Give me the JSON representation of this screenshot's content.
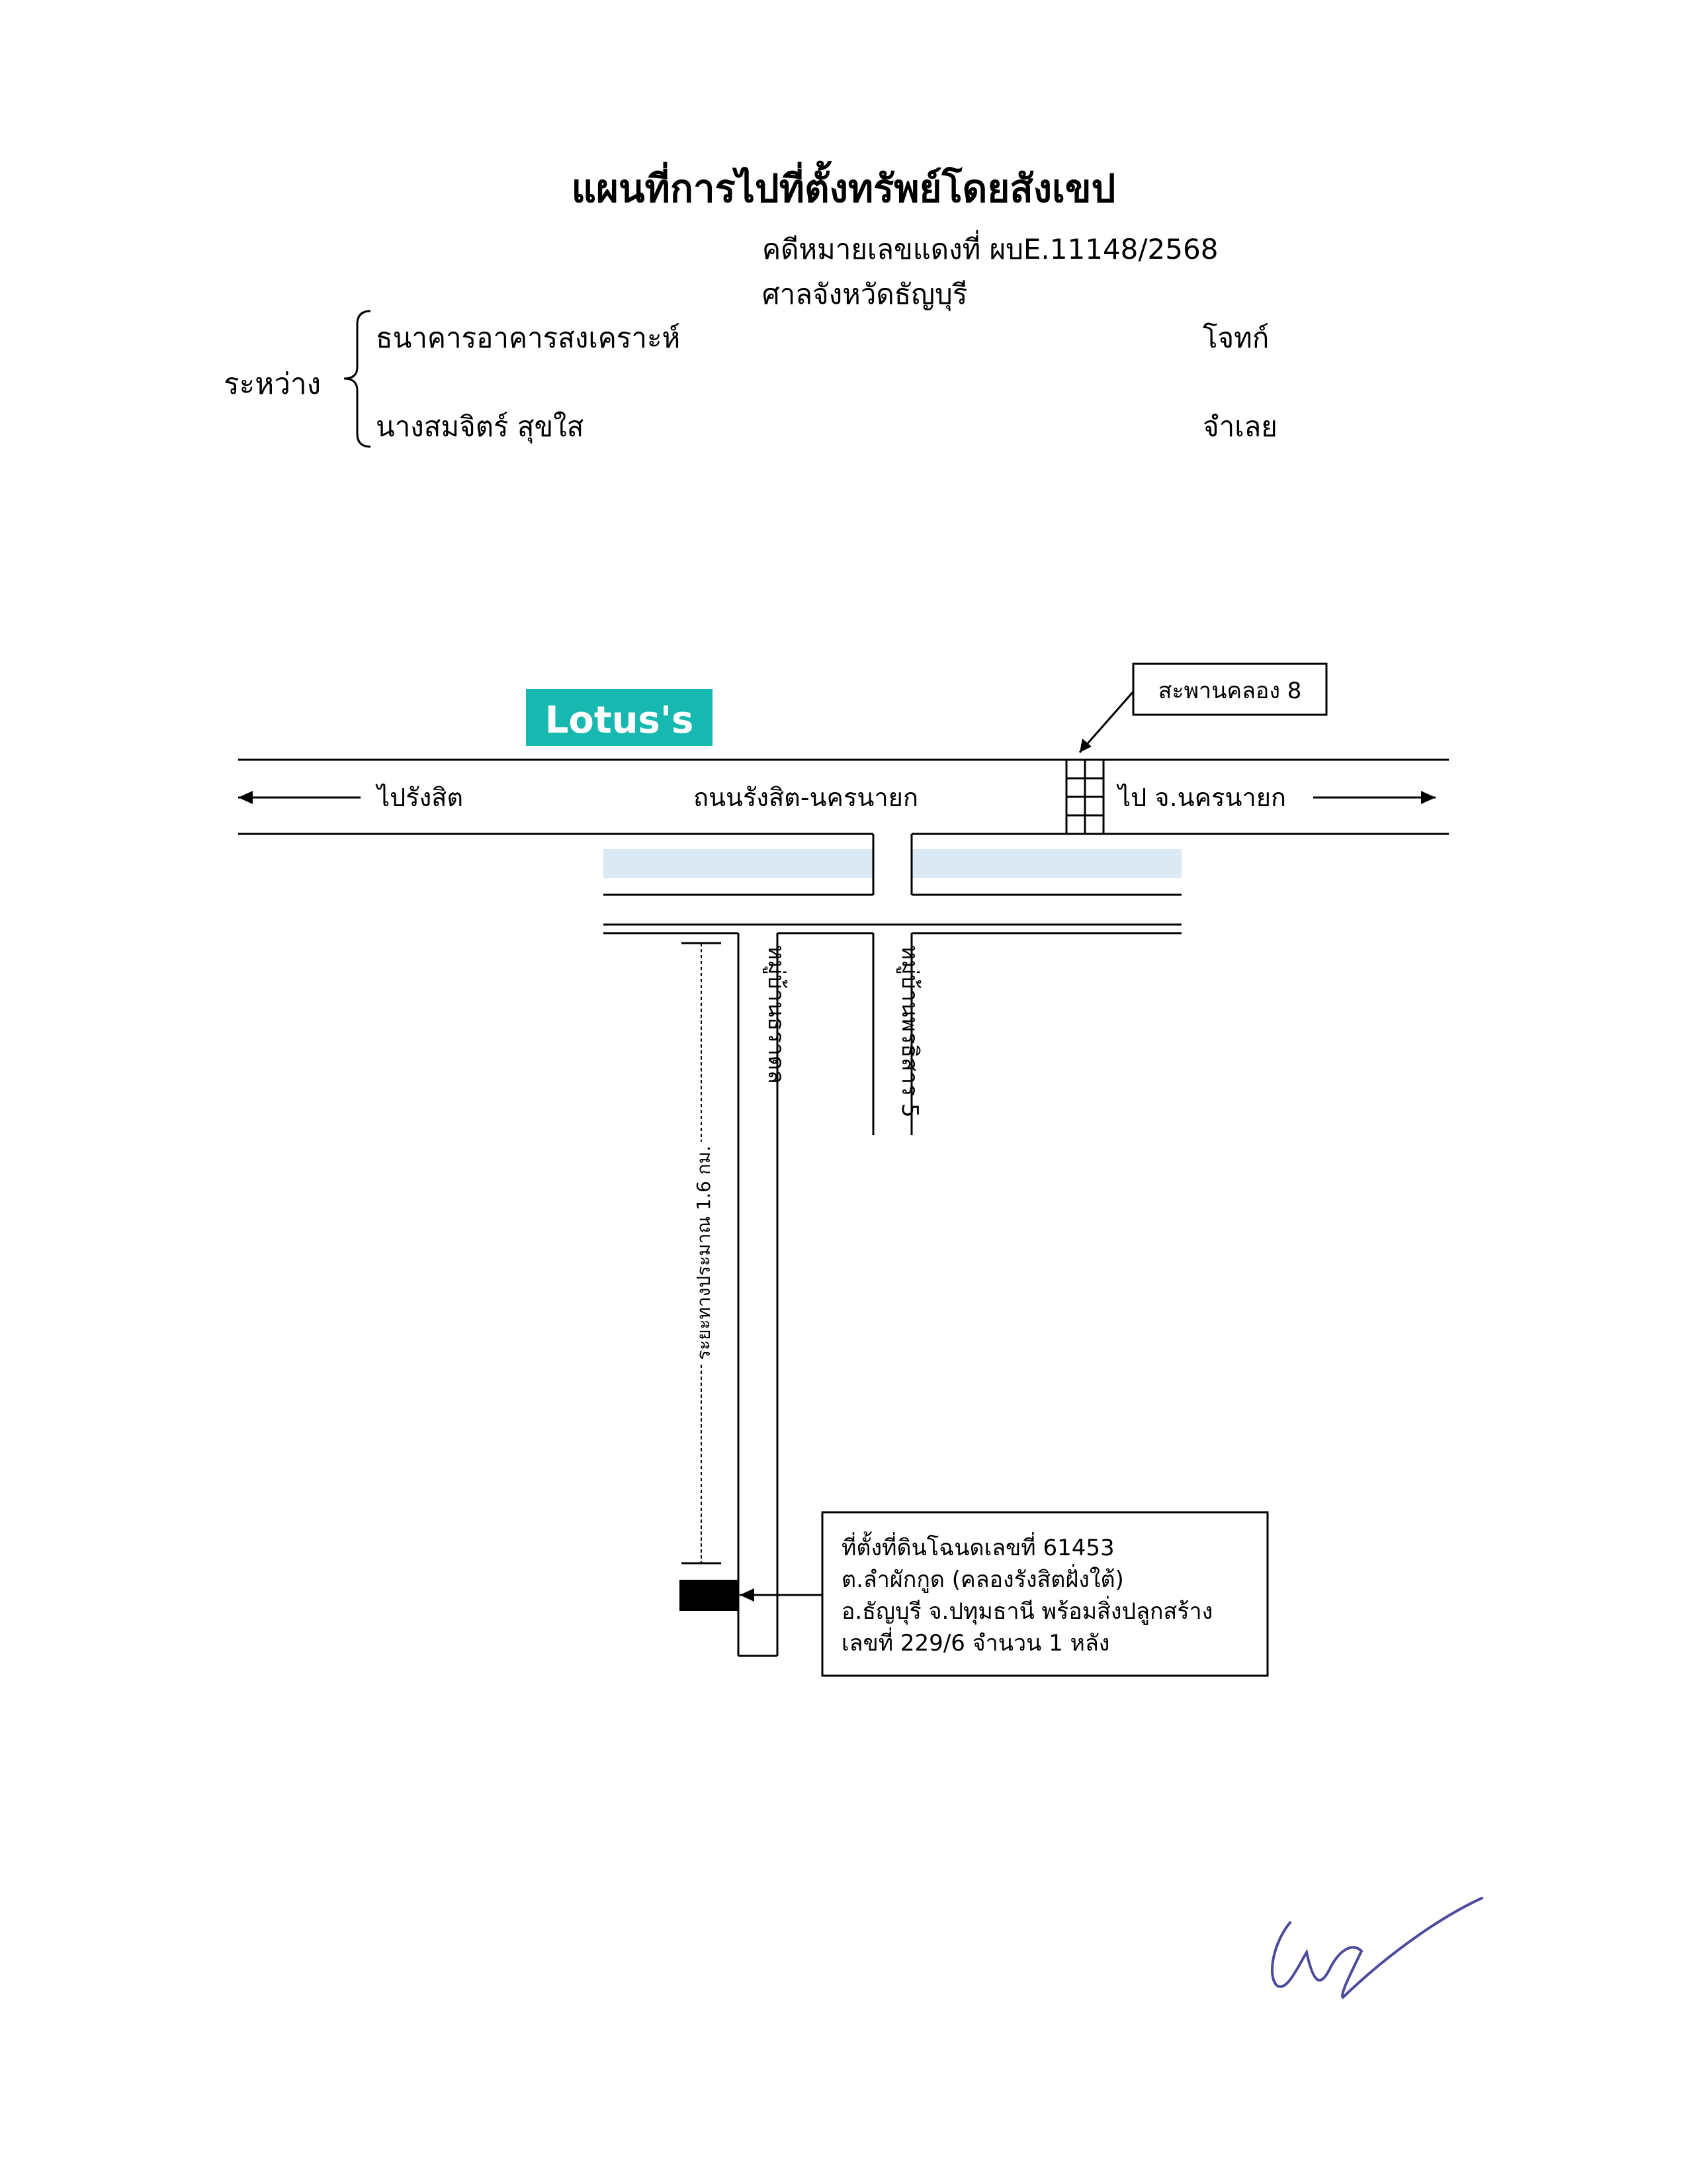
{
  "header": {
    "title": "แผนที่การไปที่ตั้งทรัพย์โดยสังเขป",
    "case_number": "คดีหมายเลขแดงที่ ผบE.11148/2568",
    "court": "ศาลจังหวัดธัญบุรี",
    "between_label": "ระหว่าง",
    "party_plaintiff": "ธนาคารอาคารสงเคราะห์",
    "role_plaintiff": "โจทก์",
    "party_defendant": "นางสมจิตร์ สุขใส",
    "role_defendant": "จำเลย"
  },
  "map": {
    "logo_text": "Lotus's",
    "logo_color": "#16b8b0",
    "logo_accent_color": "#f5c518",
    "bridge_label": "สะพานคลอง 8",
    "direction_left": "ไปรังสิต",
    "main_road": "ถนนรังสิต-นครนายก",
    "direction_right": "ไป จ.นครนายก",
    "canal_color": "#dbe9f4",
    "soi_left": "หมู่บ้านธราดล",
    "soi_right": "หมู่บ้านพรธิสาร 5",
    "distance": "ระยะทางประมาณ 1.6 กม.",
    "property_lines": [
      "ที่ตั้งที่ดินโฉนดเลขที่ 61453",
      "ต.ลำผักกูด (คลองรังสิตฝั่งใต้)",
      "อ.ธัญบุรี จ.ปทุมธานี พร้อมสิ่งปลูกสร้าง",
      "เลขที่ 229/6 จำนวน 1 หลัง"
    ],
    "signature_color": "#4b4a9c"
  }
}
